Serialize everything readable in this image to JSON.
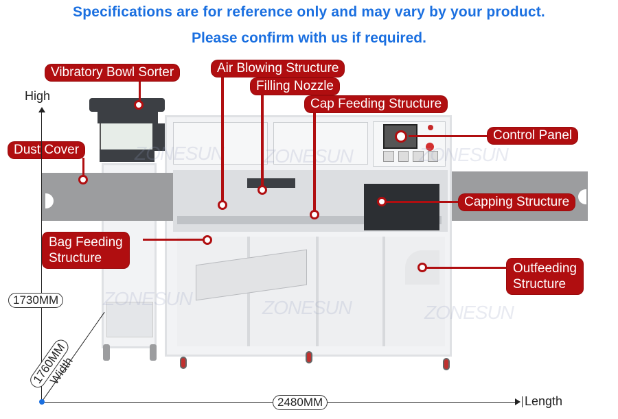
{
  "header": {
    "line1": "Specifications are for reference only and may vary by your product.",
    "line2": "Please confirm with us if required.",
    "color": "#1a6fe0"
  },
  "labels": {
    "vibratory_bowl_sorter": "Vibratory Bowl Sorter",
    "air_blowing_structure": "Air Blowing Structure",
    "filling_nozzle": "Filling Nozzle",
    "cap_feeding_structure": "Cap Feeding Structure",
    "control_panel": "Control Panel",
    "dust_cover": "Dust Cover",
    "capping_structure": "Capping Structure",
    "bag_feeding_line1": "Bag Feeding",
    "bag_feeding_line2": "Structure",
    "outfeeding_line1": "Outfeeding",
    "outfeeding_line2": "Structure",
    "label_color": "#b00e10"
  },
  "dimensions": {
    "height_axis_label": "High",
    "height_value": "1730MM",
    "width_value": "1760MM",
    "width_axis_label": "Width",
    "length_value": "2480MM",
    "length_axis_label": "Length"
  },
  "watermark": "ZONESUN"
}
